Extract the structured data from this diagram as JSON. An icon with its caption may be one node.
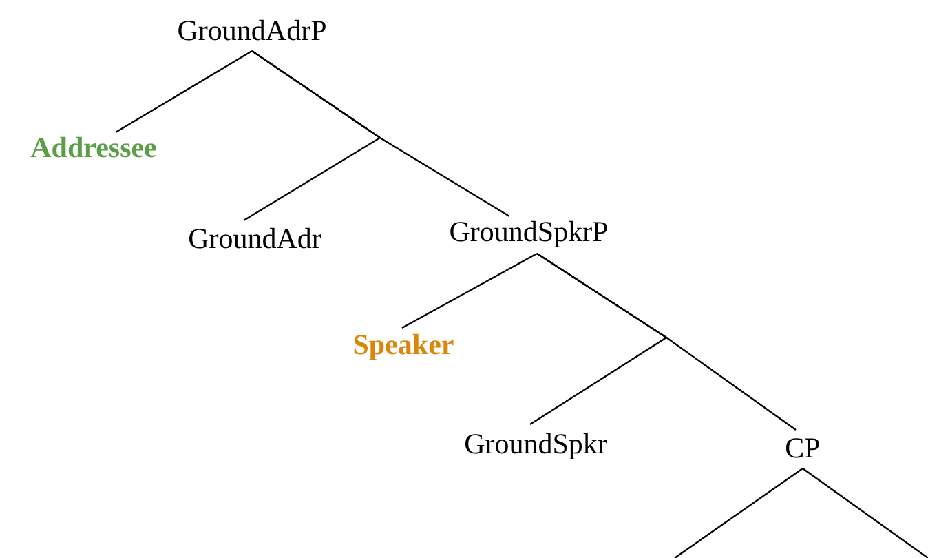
{
  "diagram": {
    "nodes": [
      {
        "text": [
          "GroundAdrP"
        ]
      },
      {
        "text": [
          "Addressee"
        ]
      },
      {
        "text": [
          "GroundAdr"
        ]
      },
      {
        "text": [
          "GroundSpkrP"
        ]
      },
      {
        "text": [
          "Speaker"
        ]
      },
      {
        "text": [
          "GroundSpkr"
        ]
      },
      {
        "text": [
          "CP"
        ]
      }
    ],
    "edges": [
      {
        "from": 0,
        "to": 1,
        "arrow": "none"
      },
      {
        "from": 0,
        "to": 2,
        "arrow": "none"
      },
      {
        "from": 0,
        "to": 3,
        "arrow": "none"
      },
      {
        "from": 3,
        "to": 4,
        "arrow": "none"
      },
      {
        "from": 3,
        "to": 5,
        "arrow": "none"
      },
      {
        "from": 3,
        "to": 6,
        "arrow": "none"
      },
      {
        "from": 6,
        "to": null,
        "arrow": "none"
      },
      {
        "from": 6,
        "to": null,
        "arrow": "none"
      }
    ]
  }
}
